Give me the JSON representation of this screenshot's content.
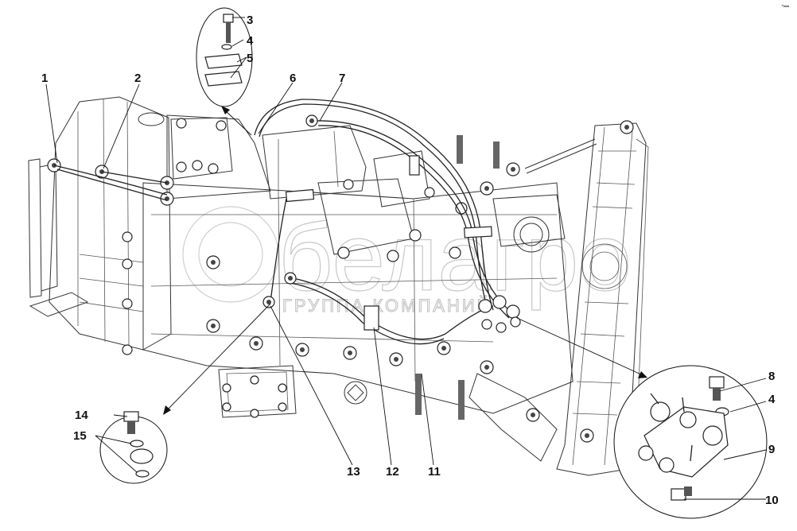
{
  "diagram": {
    "type": "exploded parts diagram",
    "subject": "gearbox assembly with pneumatic lines",
    "watermark": {
      "logo_text": "белагро",
      "subtitle": "ГРУППА КОМПАНИЙ"
    },
    "corner_mark": "▪▬",
    "callouts": [
      {
        "id": "1",
        "label": "1"
      },
      {
        "id": "2",
        "label": "2"
      },
      {
        "id": "3",
        "label": "3"
      },
      {
        "id": "4a",
        "label": "4"
      },
      {
        "id": "5",
        "label": "5"
      },
      {
        "id": "6",
        "label": "6"
      },
      {
        "id": "7",
        "label": "7"
      },
      {
        "id": "8",
        "label": "8"
      },
      {
        "id": "4b",
        "label": "4"
      },
      {
        "id": "9",
        "label": "9"
      },
      {
        "id": "10",
        "label": "10"
      },
      {
        "id": "11",
        "label": "11"
      },
      {
        "id": "12",
        "label": "12"
      },
      {
        "id": "13",
        "label": "13"
      },
      {
        "id": "14",
        "label": "14"
      },
      {
        "id": "15",
        "label": "15"
      }
    ],
    "details": [
      {
        "name": "detail-clamp",
        "parts": [
          "3",
          "4",
          "5"
        ],
        "description": "bolt, washer, pipe clamp halves"
      },
      {
        "name": "detail-banjo",
        "parts": [
          "14",
          "15"
        ],
        "description": "banjo bolt with sealing washers"
      },
      {
        "name": "detail-manifold",
        "parts": [
          "8",
          "4",
          "9",
          "10"
        ],
        "description": "bolt, washer, distribution block, plug"
      }
    ]
  }
}
